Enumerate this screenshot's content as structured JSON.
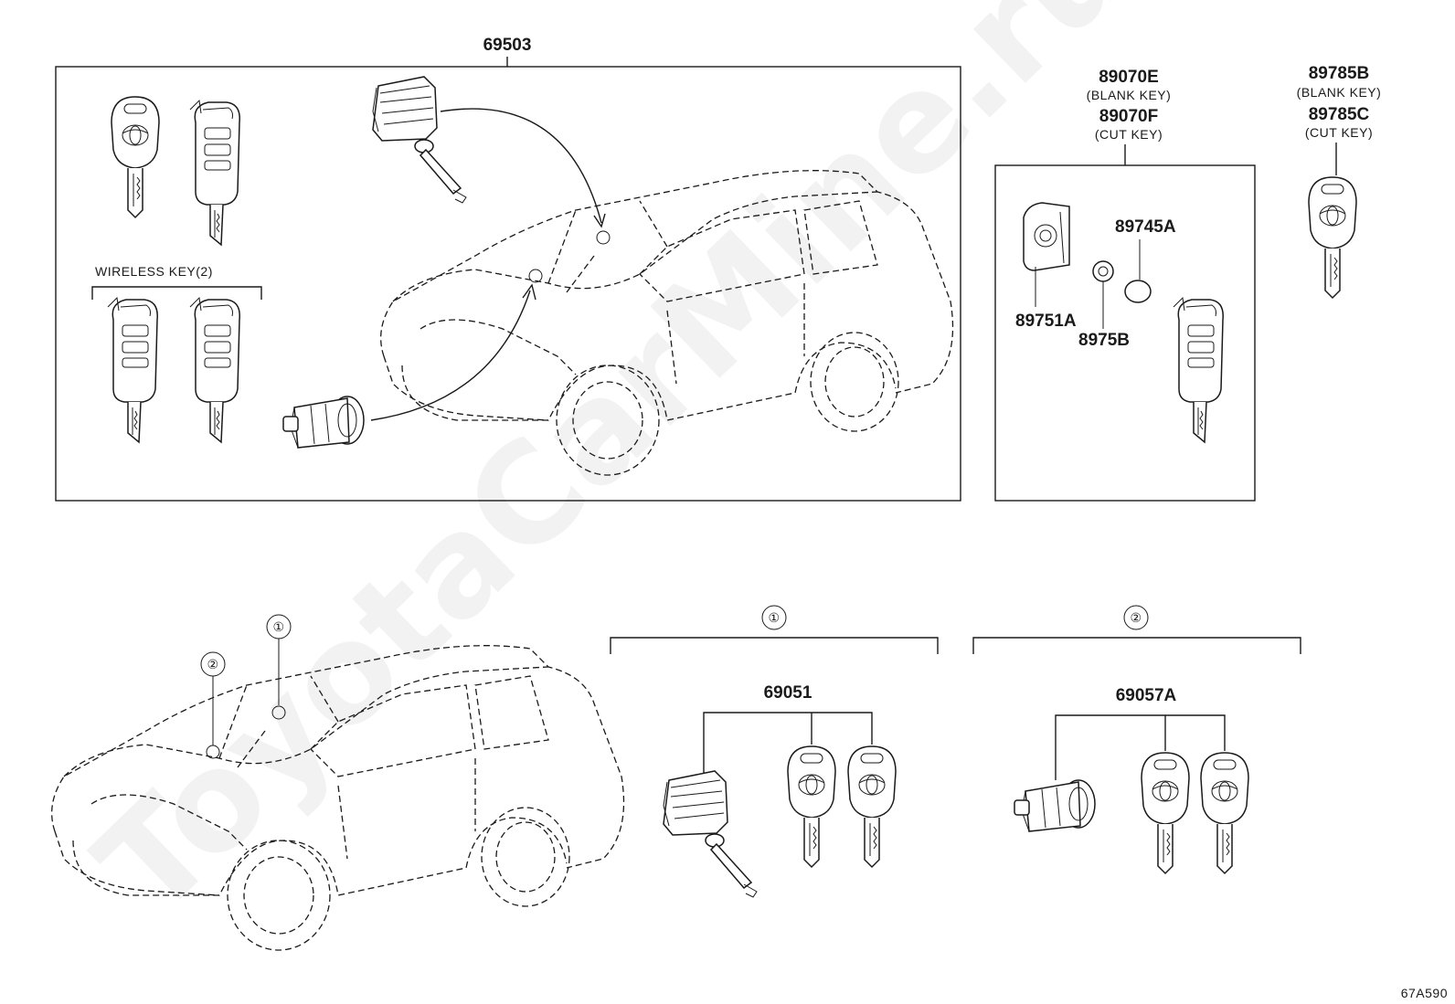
{
  "watermark": "ToyotaCarMine.ru",
  "assembly": {
    "part_number": "69503",
    "wireless_key_label": "WIRELESS KEY(2)"
  },
  "key_kit": {
    "part_number_blank": "89070E",
    "blank_note": "(BLANK KEY)",
    "part_number_cut": "89070F",
    "cut_note": "(CUT KEY)",
    "housing": "89751A",
    "battery": "89745A",
    "clip": "8975B"
  },
  "transponder_key": {
    "part_number_blank": "89785B",
    "blank_note": "(BLANK KEY)",
    "part_number_cut": "89785C",
    "cut_note": "(CUT KEY)"
  },
  "locations": {
    "marker_1": "①",
    "marker_2": "②"
  },
  "group_1": {
    "marker": "①",
    "part_number": "69051"
  },
  "group_2": {
    "marker": "②",
    "part_number": "69057A"
  },
  "diagram_code": "67A590"
}
